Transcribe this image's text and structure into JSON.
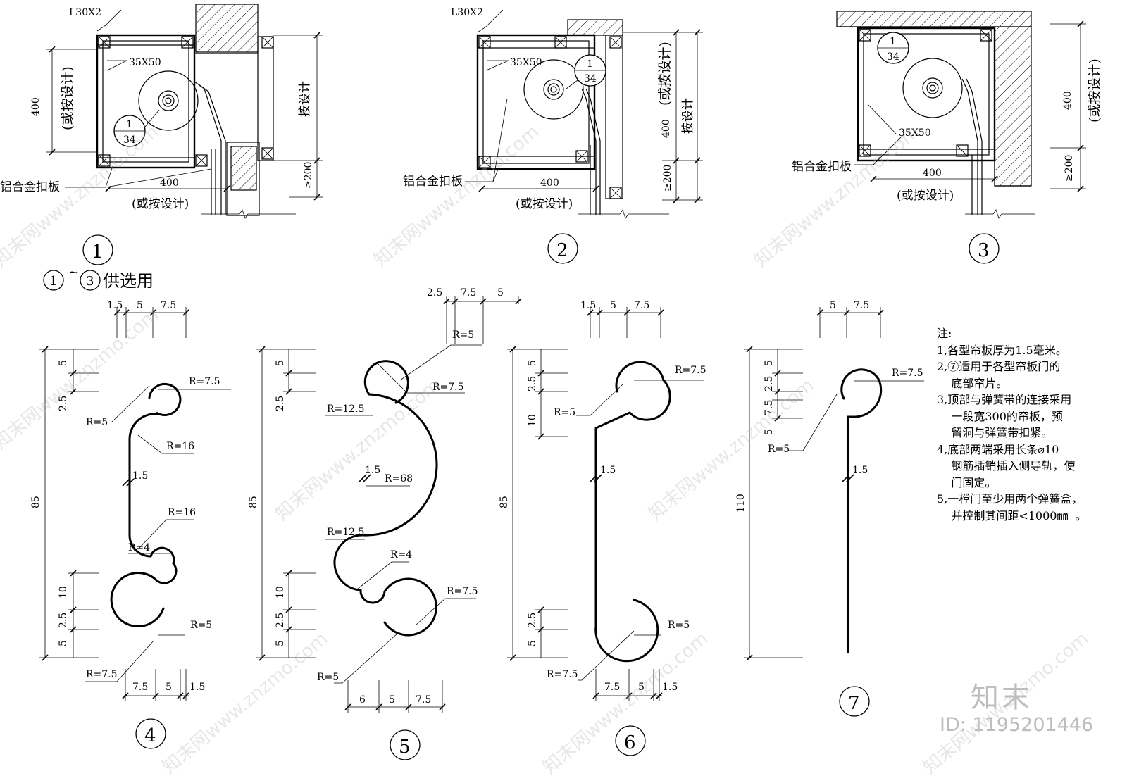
{
  "d1": {
    "angle_label": "L30X2",
    "timber_label": "35X50",
    "plate_label": "铝合金扣板",
    "height_label": "400",
    "height_alt": "(或按设计)",
    "width_label": "400",
    "width_alt": "(或按设计)",
    "right_label": "按设计",
    "bottom_label": "≥200",
    "ref_top": "1",
    "ref_bottom": "34",
    "number": "1"
  },
  "d2": {
    "angle_label": "L30X2",
    "timber_label": "35X50",
    "plate_label": "铝合金扣板",
    "height_label": "400",
    "height_alt": "(或按设计)",
    "width_label": "400",
    "width_alt": "(或按设计)",
    "right_label": "按设计",
    "bottom_label": "≥200",
    "ref_top": "1",
    "ref_bottom": "34",
    "number": "2"
  },
  "d3": {
    "timber_label": "35X50",
    "plate_label": "铝合金扣板",
    "height_label": "400",
    "height_alt": "(或按设计)",
    "width_label": "400",
    "width_alt": "(或按设计)",
    "bottom_label": "≥200",
    "ref_top": "1",
    "ref_bottom": "34",
    "number": "3"
  },
  "choice": {
    "from": "1",
    "tilde": "~",
    "to": "3",
    "text": "供选用"
  },
  "p4": {
    "top_dims": [
      "1.5",
      "5",
      "7.5"
    ],
    "bottom_dims": [
      "7.5",
      "5",
      "1.5"
    ],
    "left_top_dims": [
      "5",
      "2.5"
    ],
    "left_bottom_dims": [
      "10",
      "2.5",
      "5"
    ],
    "total": "85",
    "r_top_outer": "R=7.5",
    "r_top_inner": "R=5",
    "r_upper": "R=16",
    "thickness": "1.5",
    "r_lower": "R=16",
    "r_small": "R=4",
    "r_bot_inner": "R=5",
    "r_bot_outer": "R=7.5",
    "number": "4"
  },
  "p5": {
    "top_dims": [
      "2.5",
      "7.5",
      "5"
    ],
    "bottom_dims": [
      "6",
      "5",
      "7.5"
    ],
    "left_top_dims": [
      "5",
      "2.5"
    ],
    "left_bottom_dims": [
      "10",
      "2.5",
      "5"
    ],
    "total": "85",
    "r_top_inner": "R=5",
    "r_top_outer": "R=7.5",
    "r_upper": "R=12.5",
    "thickness": "1.5",
    "r_mid": "R=68",
    "r_lower": "R=12.5",
    "r_small": "R=4",
    "r_bot_outer": "R=7.5",
    "r_bot_inner": "R=5",
    "number": "5"
  },
  "p6": {
    "top_dims": [
      "1.5",
      "5",
      "7.5"
    ],
    "bottom_dims": [
      "7.5",
      "5",
      "1.5"
    ],
    "left_top_dims": [
      "5",
      "2.5",
      "10"
    ],
    "left_bottom_dims": [
      "2.5",
      "5"
    ],
    "total": "85",
    "r_top_outer": "R=7.5",
    "r_top_inner": "R=5",
    "thickness": "1.5",
    "r_bot_inner": "R=5",
    "r_bot_outer": "R=7.5",
    "number": "6"
  },
  "p7": {
    "top_dims": [
      "5",
      "7.5"
    ],
    "left_top_dims": [
      "5",
      "2.5",
      "7.5",
      "5"
    ],
    "total": "110",
    "r_top_outer": "R=7.5",
    "r_top_inner": "R=5",
    "thickness": "1.5",
    "number": "7"
  },
  "notes": {
    "title": "注:",
    "lines": [
      "1,各型帘板厚为1.5毫米。",
      "2,⑦适用于各型帘板门的",
      "    底部帘片。",
      "3,顶部与弹簧带的连接采用",
      "    一段宽300的帘板，预",
      "    留洞与弹簧带扣紧。",
      "4,底部两端采用长条⌀10",
      "    钢筋插销插入侧导轨，使",
      "    门固定。",
      "5,一樘门至少用两个弹簧盒，",
      "    并控制其间距<1000㎜  。"
    ]
  },
  "watermark": {
    "repeat": "知末网www.znzmo.com",
    "logo": "知末",
    "id": "ID: 1195201446"
  }
}
